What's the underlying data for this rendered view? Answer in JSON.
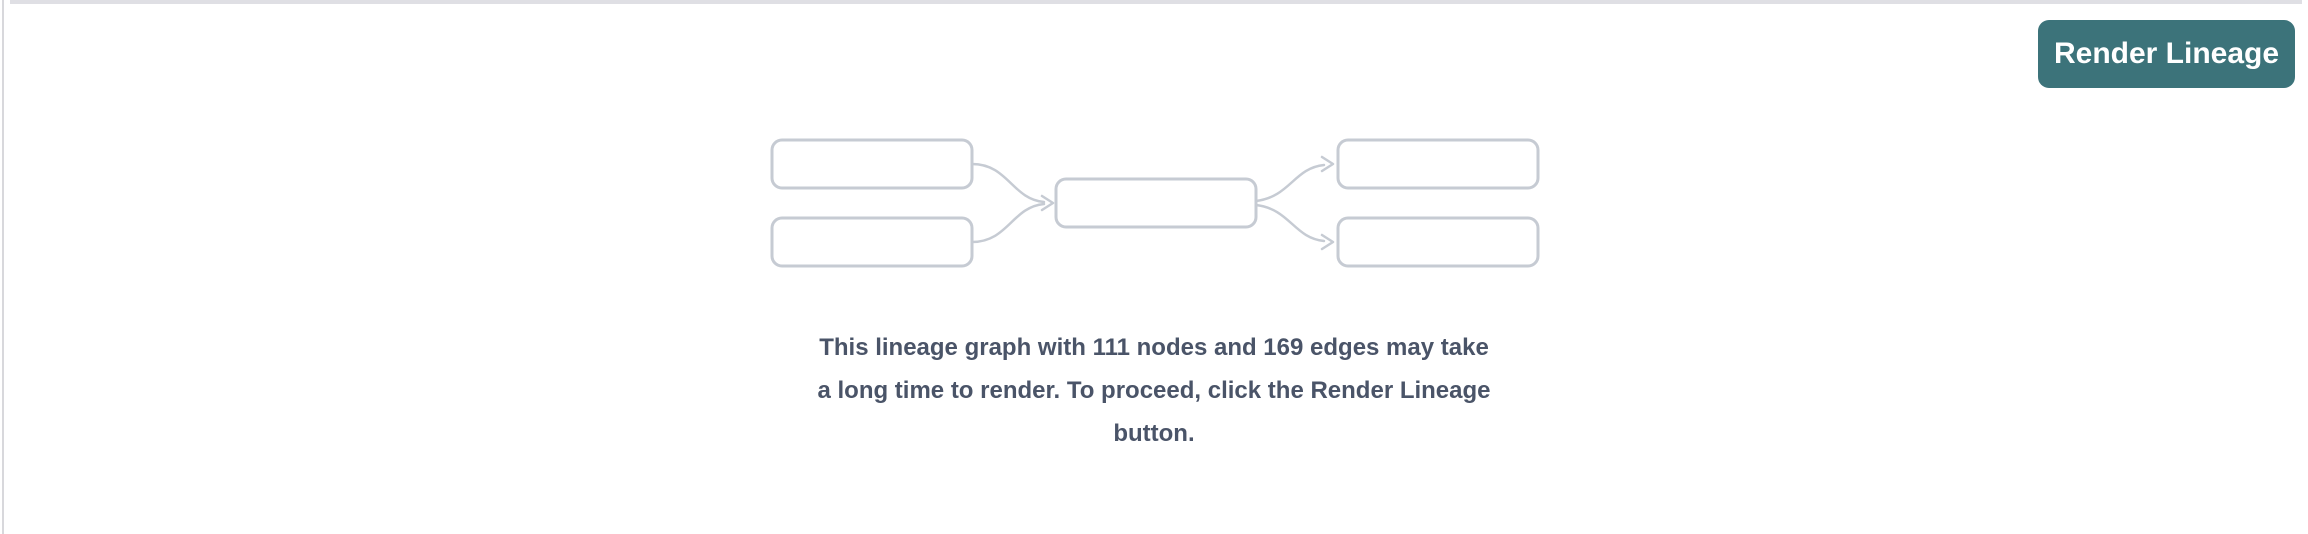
{
  "page": {
    "background_color": "#ffffff",
    "top_border_color": "#dfdfe4",
    "left_border_color": "#d8d8dc"
  },
  "toolbar": {
    "render_button_label": "Render Lineage",
    "render_button_color": "#3c737a",
    "render_button_text_color": "#ffffff"
  },
  "placeholder": {
    "illustration": {
      "name": "lineage-graph-preview",
      "node_fill_color": "#ffffff",
      "node_border_color": "#c6cbd3",
      "edge_color": "#c6cbd3",
      "node_count_shown": 5,
      "edge_count_shown": 4
    },
    "message_lines": [
      "This lineage graph with 111 nodes and 169 edges may take",
      "a long time to render. To proceed, click the Render Lineage",
      "button."
    ],
    "message_text_color": "#4a5468",
    "stats": {
      "nodes": 111,
      "edges": 169
    }
  }
}
